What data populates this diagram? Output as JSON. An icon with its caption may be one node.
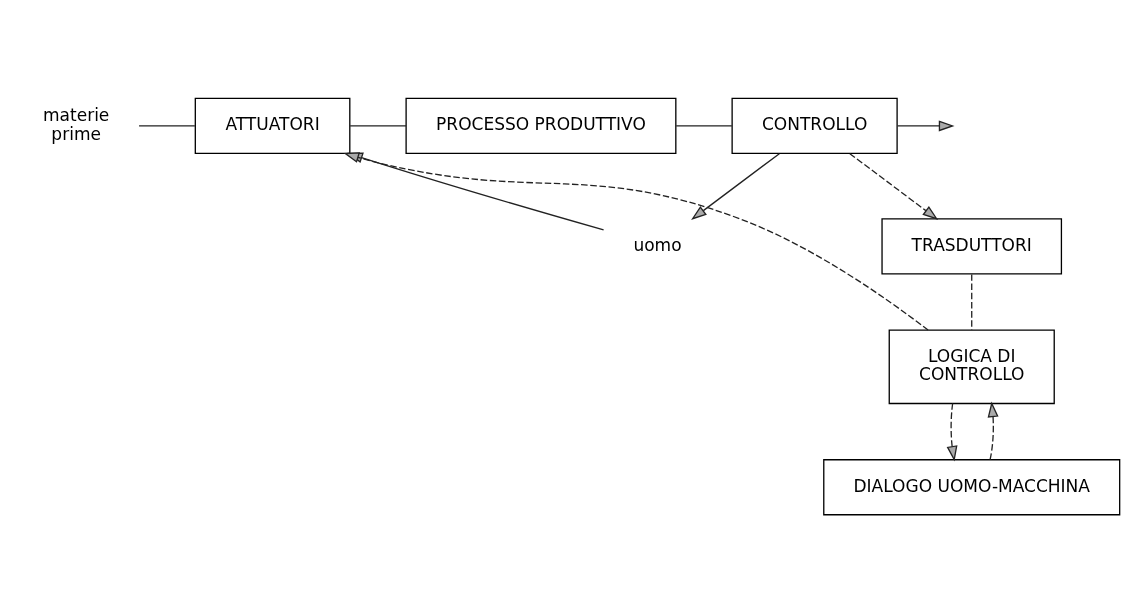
{
  "diagram": {
    "nodes": [
      {
        "text": [
          "materie prime"
        ]
      },
      {
        "text": [
          "ATTUATORI"
        ]
      },
      {
        "text": [
          "PROCESSO PRODUTTIVO"
        ]
      },
      {
        "text": [
          "CONTROLLO"
        ]
      },
      {
        "text": [
          "TRASDUTTORI"
        ]
      },
      {
        "text": [
          "uomo"
        ]
      },
      {
        "text": [
          "LOGICA DI CONTROLLO"
        ]
      },
      {
        "text": [
          "DIALOGO UOMO-MACCHINA"
        ]
      }
    ],
    "edges": [
      {
        "from": 0,
        "to": 1,
        "arrow": "none"
      },
      {
        "from": 1,
        "to": 2,
        "arrow": "none"
      },
      {
        "from": 2,
        "to": 3,
        "arrow": "none"
      },
      {
        "from": 3,
        "to": null,
        "arrow": "to"
      },
      {
        "from": 3,
        "to": 4,
        "arrow": "to",
        "style": "dashed"
      },
      {
        "from": 3,
        "to": 5,
        "arrow": "to"
      },
      {
        "from": 5,
        "to": 1,
        "arrow": "to"
      },
      {
        "from": 4,
        "to": 6,
        "arrow": "none",
        "style": "dashed"
      },
      {
        "from": 6,
        "to": 1,
        "arrow": "to",
        "style": "dashed"
      },
      {
        "from": 6,
        "to": 7,
        "arrow": "to",
        "style": "dashed"
      },
      {
        "from": 7,
        "to": 6,
        "arrow": "to",
        "style": "dashed"
      }
    ]
  }
}
